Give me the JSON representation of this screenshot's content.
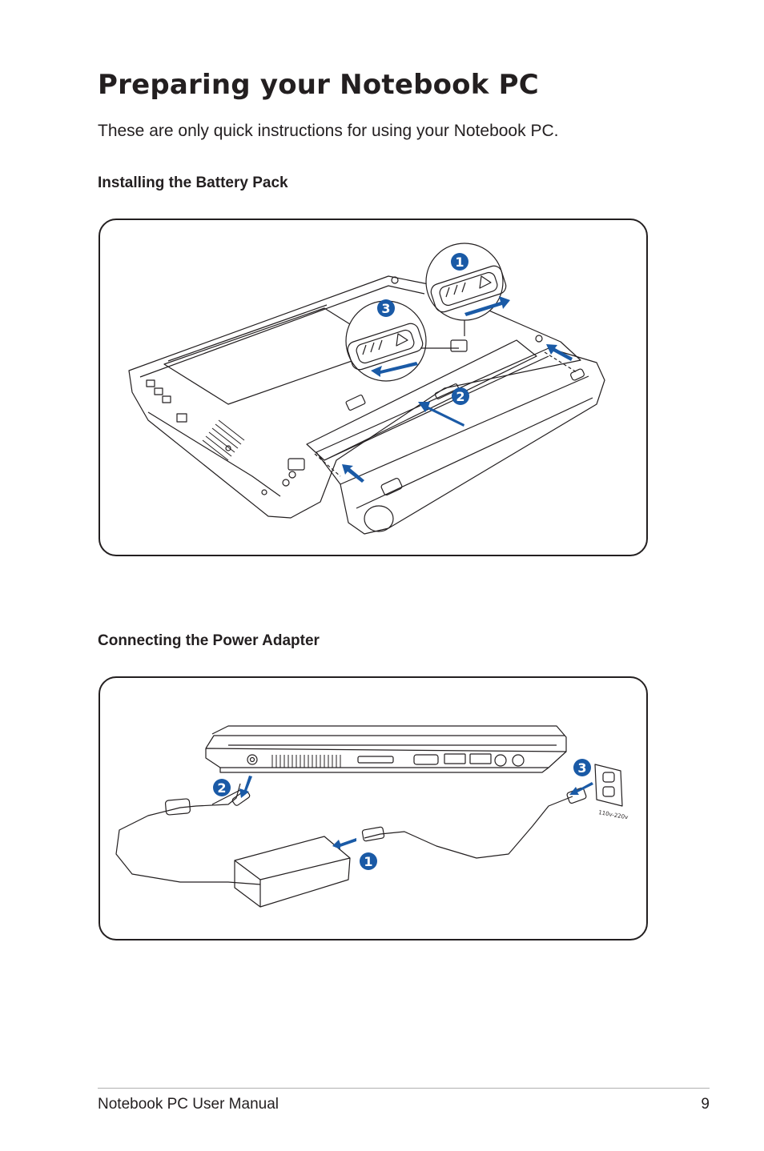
{
  "page": {
    "title": "Preparing your Notebook PC",
    "intro": "These are only quick instructions for using your Notebook PC."
  },
  "sections": [
    {
      "heading": "Installing the Battery Pack",
      "steps": [
        "1",
        "2",
        "3"
      ]
    },
    {
      "heading": "Connecting the Power Adapter",
      "steps": [
        "1",
        "2",
        "3"
      ],
      "outlet_label": "110v-220v"
    }
  ],
  "footer": {
    "manual_name": "Notebook PC User Manual",
    "page_number": "9"
  },
  "colors": {
    "step_badge": "#1a5aa6",
    "arrow": "#1a5aa6",
    "line_art": "#231f20"
  }
}
